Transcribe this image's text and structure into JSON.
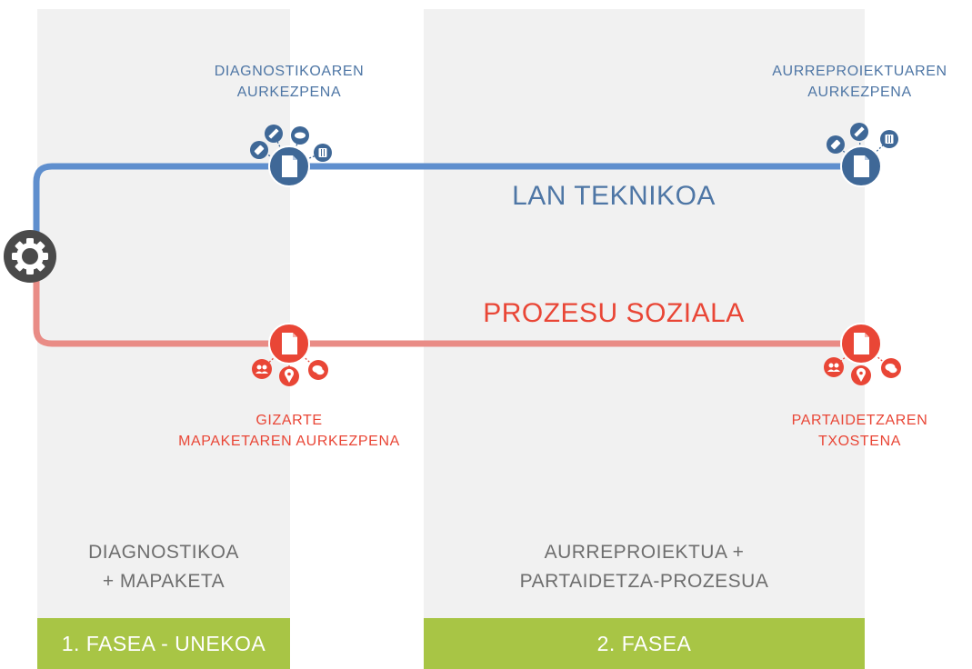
{
  "colors": {
    "technical": "#5f8fce",
    "technical_node": "#3f6897",
    "social": "#e98c86",
    "social_node": "#e94636",
    "phase_bg": "#f1f1f1",
    "phase_footer": "#a8c545",
    "gear": "#4a4a4a"
  },
  "phases": [
    {
      "footer": "1. FASEA - UNEKOA",
      "desc": [
        "DIAGNOSTIKOA",
        "+ MAPAKETA"
      ]
    },
    {
      "footer": "2. FASEA",
      "desc": [
        "AURREPROIEKTUA +",
        "PARTAIDETZA-PROZESUA"
      ]
    }
  ],
  "tracks": {
    "technical": {
      "title": "LAN TEKNIKOA"
    },
    "social": {
      "title": "PROZESU SOZIALA"
    }
  },
  "milestones": {
    "tech1": [
      "DIAGNOSTIKOAREN",
      "AURKEZPENA"
    ],
    "tech2": [
      "AURREPROIEKTUAREN",
      "AURKEZPENA"
    ],
    "social1": [
      "GIZARTE",
      "MAPAKETAREN AURKEZPENA"
    ],
    "social2": [
      "PARTAIDETZAREN",
      "TXOSTENA"
    ]
  },
  "icons": {
    "start": "gear-icon",
    "milestone": "document-icon",
    "technical_satellites": [
      "eraser-icon",
      "pencil-icon",
      "handshake-icon",
      "book-icon"
    ],
    "social_satellites": [
      "people-icon",
      "location-pin-icon",
      "chat-icon"
    ]
  }
}
